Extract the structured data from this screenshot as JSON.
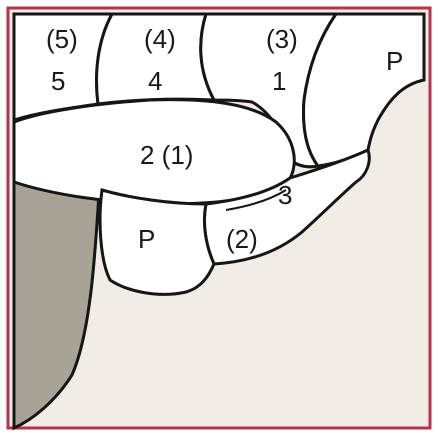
{
  "colors": {
    "background": "#f1ede6",
    "frame": "#b8324a",
    "outline": "#161616",
    "shaded_region": "#a9a297",
    "region_fill": "#ffffff"
  },
  "regions": {
    "region_5": {
      "upper": "(5)",
      "lower": "5"
    },
    "region_4": {
      "upper": "(4)",
      "lower": "4"
    },
    "region_3": {
      "upper": "(3)",
      "lower": "1"
    },
    "region_p_top": {
      "label": "P"
    },
    "region_horizontal": {
      "label": "2 (1)"
    },
    "region_p_bottom": {
      "label": "P"
    },
    "region_small_3": {
      "label": "3"
    },
    "region_small_2": {
      "label": "(2)"
    }
  }
}
